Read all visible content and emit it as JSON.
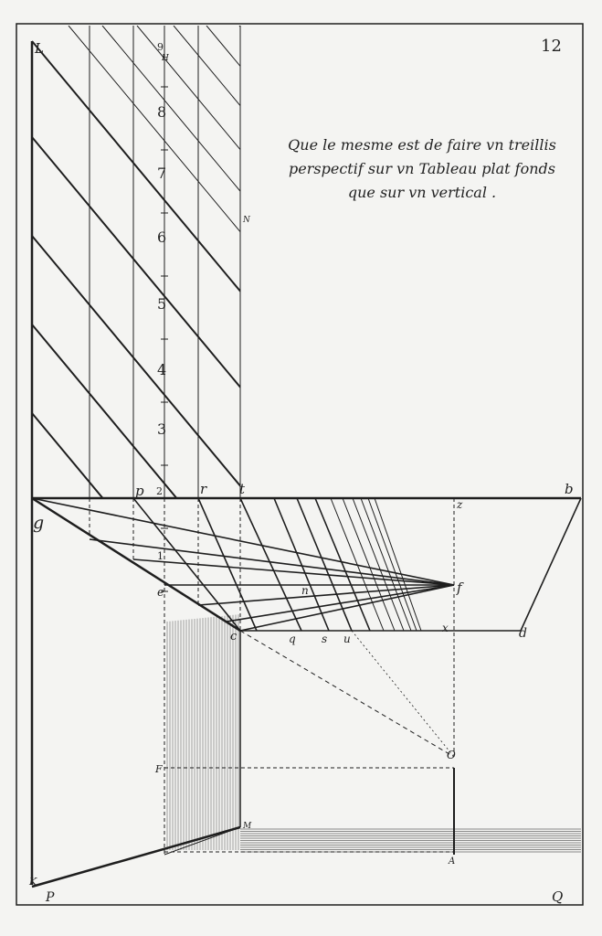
{
  "page_number": "12",
  "title_lines": [
    "Que le mesme est de faire vn treillis",
    "perspectif sur vn Tableau plat fonds",
    "que sur vn vertical ."
  ],
  "scale_numbers": [
    "9",
    "8",
    "7",
    "6",
    "5",
    "4",
    "3",
    "2",
    "1"
  ],
  "labels": {
    "L": "L",
    "H": "H",
    "N": "N",
    "p": "p",
    "r": "r",
    "t": "t",
    "b": "b",
    "g": "g",
    "z": "z",
    "e": "e",
    "n": "n",
    "f": "f",
    "c": "c",
    "q": "q",
    "s": "s",
    "u": "u",
    "x": "x",
    "d": "d",
    "O": "O",
    "F": "F",
    "M": "M",
    "K": "K",
    "P": "P",
    "A": "A",
    "Q": "Q"
  },
  "colors": {
    "ink": "#1e1e1e",
    "paper": "#f4f4f2"
  }
}
